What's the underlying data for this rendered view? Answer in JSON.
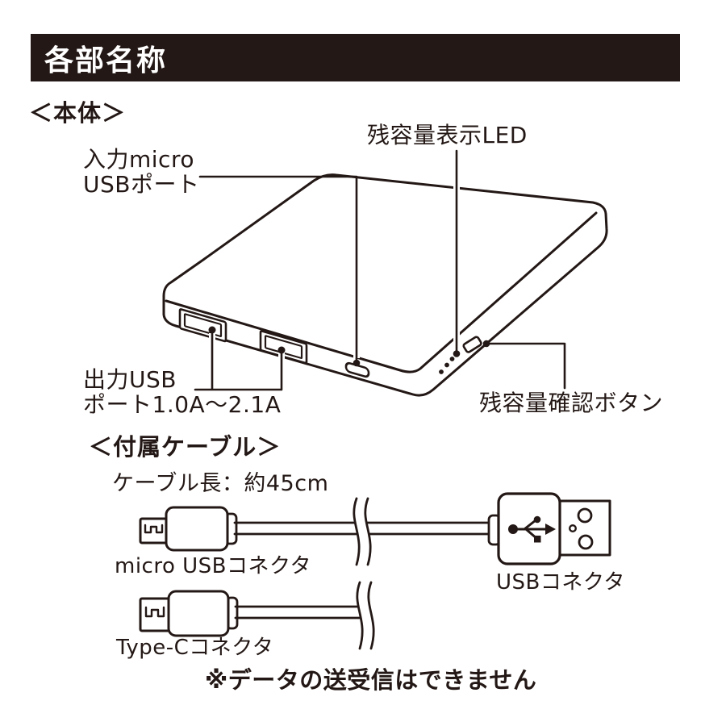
{
  "header": {
    "title": "各部名称"
  },
  "body_section": {
    "heading": "＜本体＞",
    "labels": {
      "led": "残容量表示LED",
      "input_port_line1": "入力micro",
      "input_port_line2": "USBポート",
      "output_port_line1": "出力USB",
      "output_port_line2": "ポート1.0A～2.1A",
      "check_button": "残容量確認ボタン"
    }
  },
  "cable_section": {
    "heading": "＜付属ケーブル＞",
    "cable_length": "ケーブル長：約45cm",
    "labels": {
      "micro_usb_connector": "micro USBコネクタ",
      "usb_connector": "USBコネクタ",
      "type_c_connector": "Type-Cコネクタ"
    },
    "note": "※データの送受信はできません"
  },
  "icons": {
    "usb_trident": "usb-trident-icon",
    "led_dots": "led-indicator-dots"
  },
  "colors": {
    "ink": "#231815",
    "background": "#ffffff",
    "header_text": "#ffffff"
  }
}
